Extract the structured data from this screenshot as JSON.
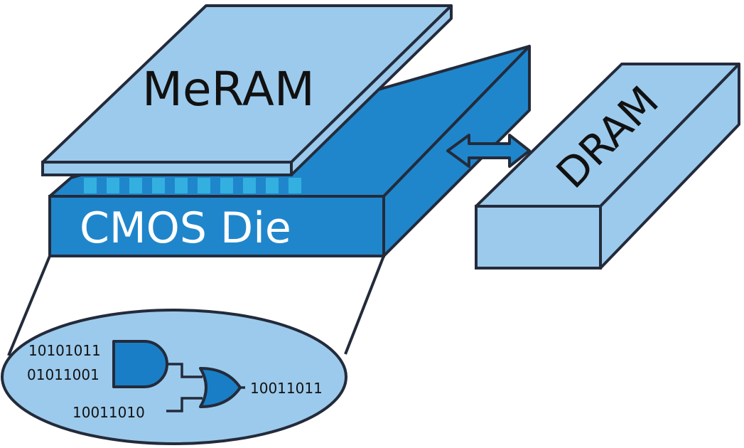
{
  "labels": {
    "meram": "MeRAM",
    "cmos_die": "CMOS Die",
    "dram": "DRAM"
  },
  "logic": {
    "input_a": "10101011",
    "input_b": "01011001",
    "input_c": "10011010",
    "output": "10011011"
  },
  "colors": {
    "outline": "#232b3b",
    "light_blue": "#9ccaec",
    "mid_blue": "#1f86cc",
    "gate_blue": "#1a7ec6",
    "bump_blue": "#33b0e0"
  }
}
